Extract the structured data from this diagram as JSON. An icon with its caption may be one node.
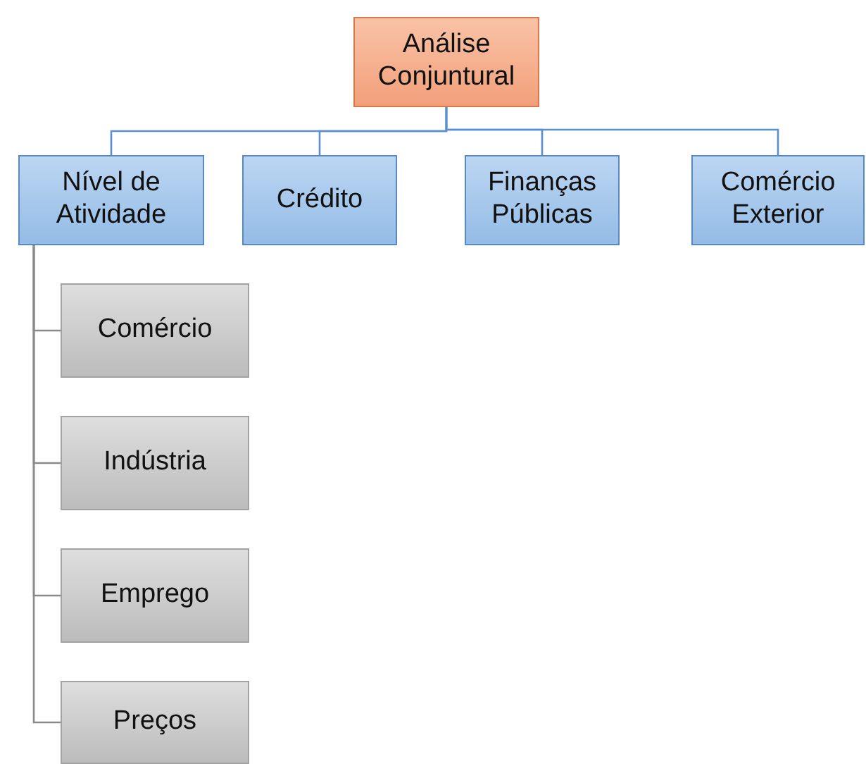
{
  "diagram": {
    "nodes": [
      {
        "text": [
          "Análise Conjuntural"
        ]
      },
      {
        "text": [
          "Nível de Atividade"
        ]
      },
      {
        "text": [
          "Crédito"
        ]
      },
      {
        "text": [
          "Finanças Públicas"
        ]
      },
      {
        "text": [
          "Comércio Exterior"
        ]
      },
      {
        "text": [
          "Comércio"
        ]
      },
      {
        "text": [
          "Indústria"
        ]
      },
      {
        "text": [
          "Emprego"
        ]
      },
      {
        "text": [
          "Preços"
        ]
      }
    ],
    "edges": [
      {
        "from": 0,
        "to": 1,
        "arrow": "none"
      },
      {
        "from": 0,
        "to": 2,
        "arrow": "none"
      },
      {
        "from": 0,
        "to": 3,
        "arrow": "none"
      },
      {
        "from": 0,
        "to": 4,
        "arrow": "none"
      },
      {
        "from": 1,
        "to": 5,
        "arrow": "none"
      },
      {
        "from": 1,
        "to": 6,
        "arrow": "none"
      },
      {
        "from": 1,
        "to": 7,
        "arrow": "none"
      },
      {
        "from": 1,
        "to": 8,
        "arrow": "none"
      }
    ]
  }
}
